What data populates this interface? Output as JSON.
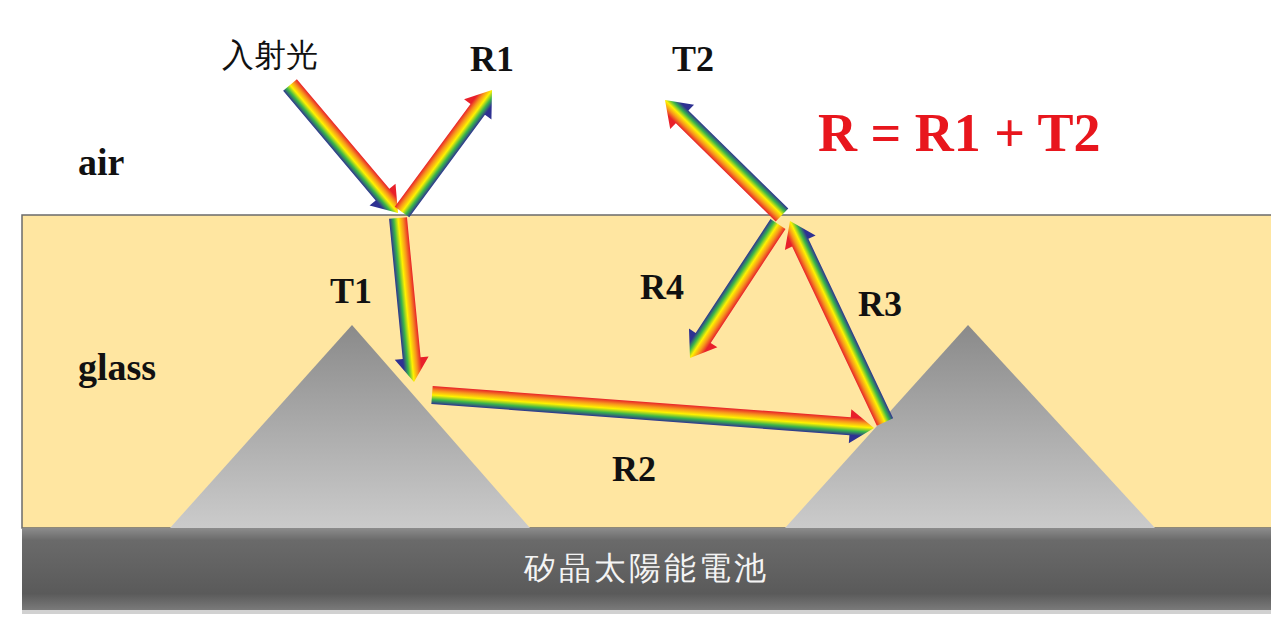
{
  "diagram": {
    "nodes": [
      {
        "text": [
          "glass"
        ]
      },
      {
        "text": [
          "矽晶太陽能電池"
        ]
      }
    ],
    "labels": [
      "入射光",
      "R1",
      "T2",
      "R = R1 + T2",
      "air",
      "T1",
      "R4",
      "R3",
      "R2"
    ]
  }
}
